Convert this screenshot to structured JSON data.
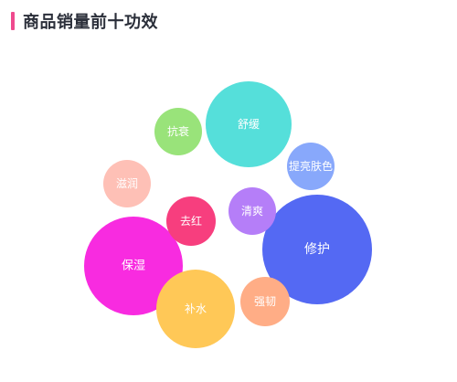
{
  "header": {
    "title": "商品销量前十功效",
    "accent_color": "#ef4a8e"
  },
  "chart_data": {
    "type": "bubble",
    "title": "商品销量前十功效",
    "legend": "none",
    "bubbles": [
      {
        "name": "修护",
        "value": 100,
        "color": "#5469f3"
      },
      {
        "name": "保湿",
        "value": 80,
        "color": "#f82be0"
      },
      {
        "name": "舒缓",
        "value": 61,
        "color": "#55dfda"
      },
      {
        "name": "补水",
        "value": 52,
        "color": "#ffc857"
      },
      {
        "name": "提亮肤色",
        "value": 18,
        "color": "#88a8fb"
      },
      {
        "name": "强韧",
        "value": 18,
        "color": "#ffad86"
      },
      {
        "name": "清爽",
        "value": 17,
        "color": "#b57ef8"
      },
      {
        "name": "去红",
        "value": 17,
        "color": "#f73e7e"
      },
      {
        "name": "抗衰",
        "value": 16,
        "color": "#99e37a"
      },
      {
        "name": "滋润",
        "value": 16,
        "color": "#fec0b6"
      }
    ]
  }
}
